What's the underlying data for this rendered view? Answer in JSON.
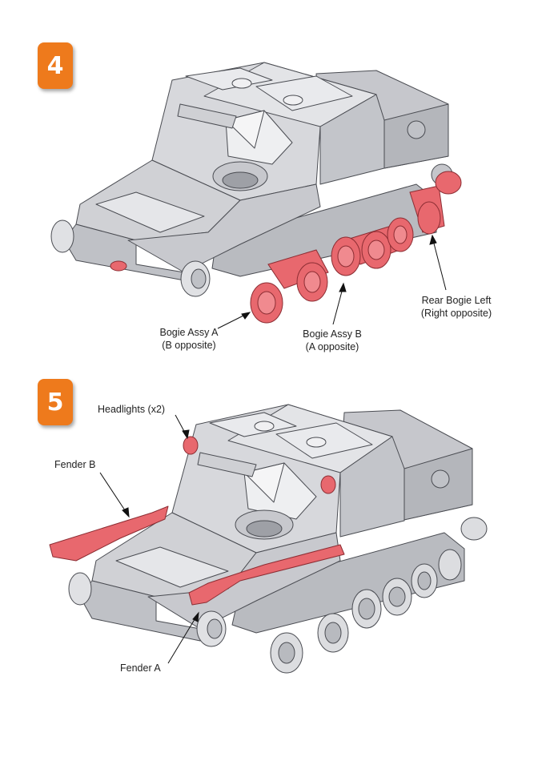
{
  "steps": [
    {
      "number": "4",
      "callouts": {
        "bogie_a": [
          "Bogie Assy A",
          "(B opposite)"
        ],
        "bogie_b": [
          "Bogie Assy B",
          "(A opposite)"
        ],
        "rear_bogie": [
          "Rear Bogie Left",
          "(Right opposite)"
        ]
      }
    },
    {
      "number": "5",
      "callouts": {
        "headlights": "Headlights (x2)",
        "fender_b": "Fender B",
        "fender_a": "Fender A"
      }
    }
  ],
  "colors": {
    "badge": "#ee7a1c",
    "highlight": "#e8686e",
    "hull": "#d2d3d7",
    "hull_dark": "#a9abb1",
    "outline": "#4a4c52"
  }
}
